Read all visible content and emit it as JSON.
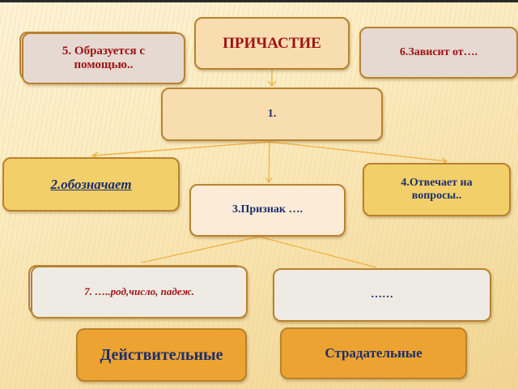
{
  "slide": {
    "title": "ПРИЧАСТИЕ",
    "boxes": {
      "formed": "5. Образуется с помощью..",
      "depends": "6.Зависит от….",
      "one": "1.",
      "denotes": "2.обозначает",
      "answers": "4.Отвечает на вопросы..",
      "feature": "3.Признак ….",
      "seven": "7. …..род,число, падеж.",
      "dots": "……",
      "active": "Действительные",
      "passive": "Страдательные"
    }
  },
  "colors": {
    "border": "#b8822e",
    "connector": "#f0b040",
    "title_text": "#a01212",
    "body_text": "#1c2f6e"
  }
}
